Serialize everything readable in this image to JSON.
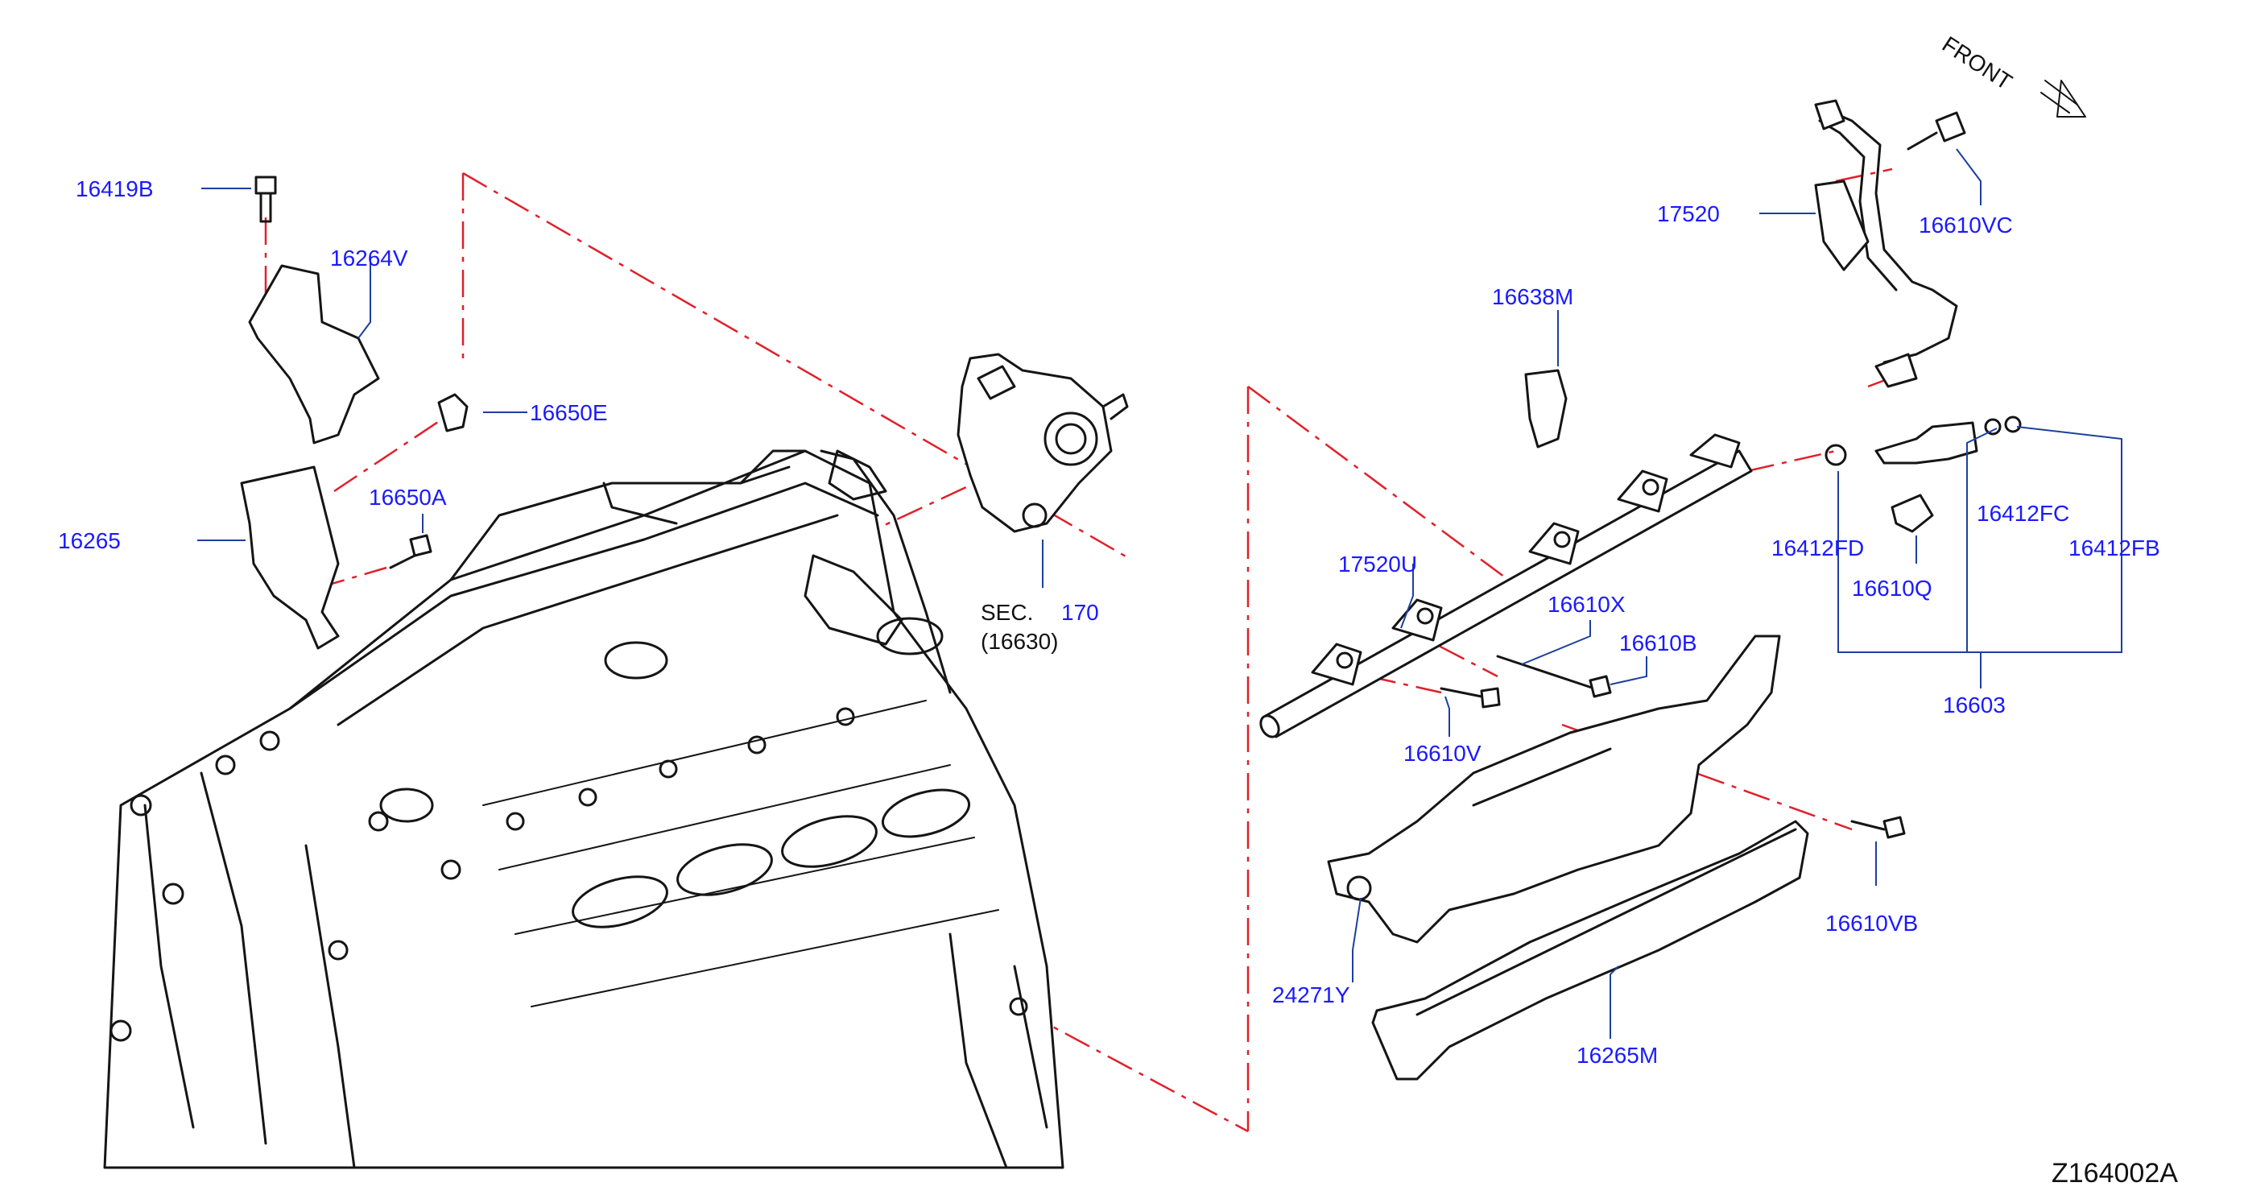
{
  "diagram": {
    "figure_code": "Z164002A",
    "direction_label": "FRONT",
    "section_ref": {
      "prefix": "SEC.",
      "number": "170",
      "sub": "(16630)"
    },
    "parts": [
      "16419B",
      "16264V",
      "16650E",
      "16265",
      "16650A",
      "17520",
      "16610VC",
      "16638M",
      "17520U",
      "16610X",
      "16610B",
      "16610V",
      "16412FD",
      "16412FC",
      "16412FB",
      "16610Q",
      "16603",
      "16610VB",
      "24271Y",
      "16265M"
    ]
  }
}
